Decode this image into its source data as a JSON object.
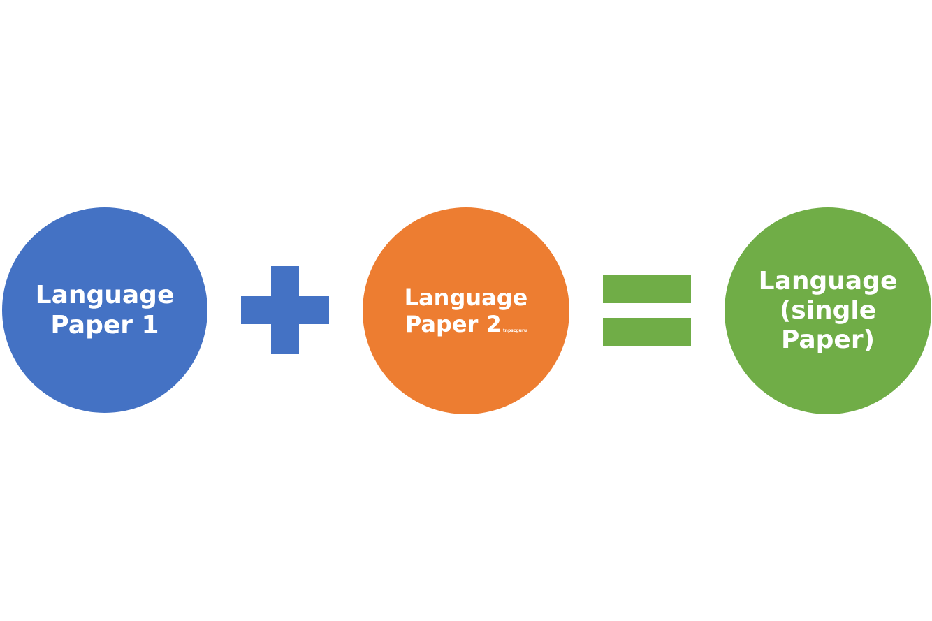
{
  "colors": {
    "blue": "#4472c4",
    "orange": "#ed7d31",
    "green": "#70ad47",
    "text": "#ffffff"
  },
  "circles": [
    {
      "lines": [
        "Language",
        "Paper 1"
      ]
    },
    {
      "lines": [
        "Language",
        "Paper 2"
      ],
      "watermark": "tnpscguru"
    },
    {
      "lines": [
        "Language",
        "(single",
        "Paper)"
      ]
    }
  ],
  "operators": {
    "plus": "plus-icon",
    "equals": "equals-icon"
  }
}
